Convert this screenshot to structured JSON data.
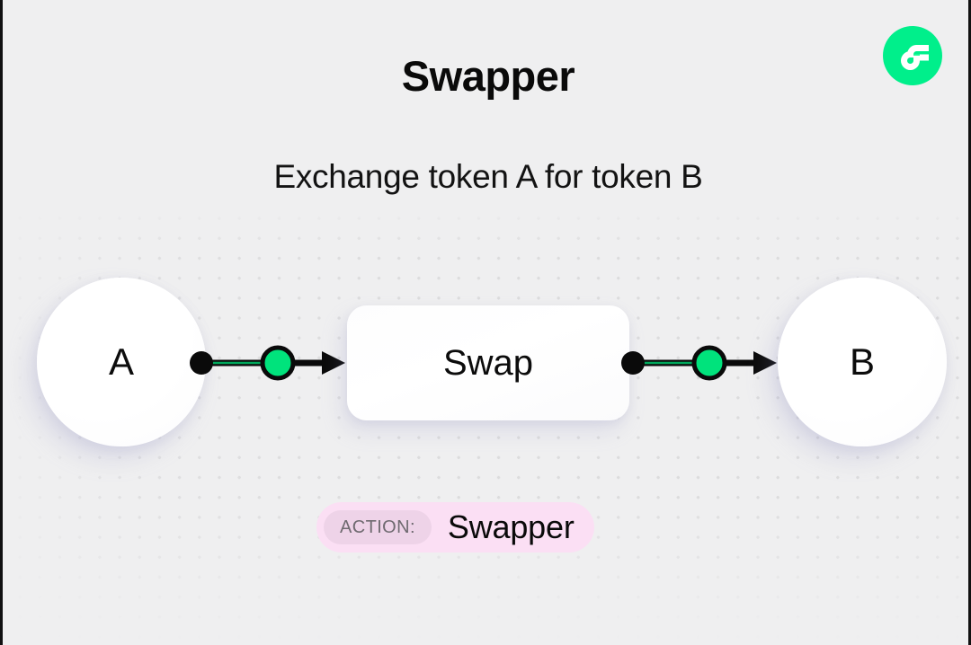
{
  "meta": {
    "background_color": "#efeff0",
    "accent_color": "#00ef8b",
    "badge_color": "#fbdff4"
  },
  "header": {
    "title": "Swapper",
    "subtitle": "Exchange token A for token B"
  },
  "brand": {
    "logo_name": "flow-logo-icon",
    "logo_color": "#00ef8b",
    "glyph_color": "#ffffff"
  },
  "diagram": {
    "nodes": [
      {
        "id": "token-a",
        "label": "A",
        "type": "circle"
      },
      {
        "id": "swap",
        "label": "Swap",
        "type": "rounded-box"
      },
      {
        "id": "token-b",
        "label": "B",
        "type": "circle"
      }
    ],
    "connectors": [
      {
        "id": "connector-left",
        "from": "token-a",
        "to": "swap",
        "dot_color": "#000000",
        "marker_color": "#00e37c",
        "line_color": "#00a85c"
      },
      {
        "id": "connector-right",
        "from": "swap",
        "to": "token-b",
        "dot_color": "#000000",
        "marker_color": "#00e37c",
        "line_color": "#00a85c"
      }
    ]
  },
  "action_badge": {
    "key": "ACTION:",
    "value": "Swapper"
  }
}
